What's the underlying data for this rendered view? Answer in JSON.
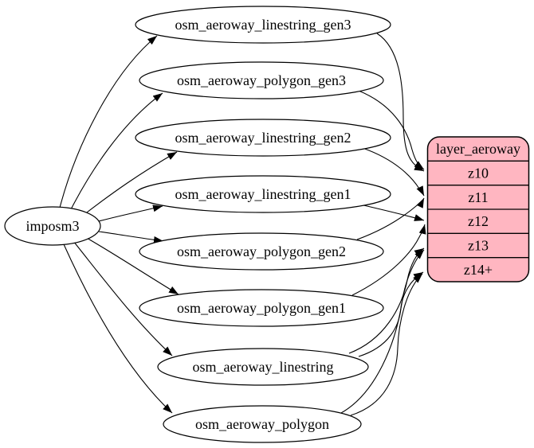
{
  "diagram": {
    "background_color": "#FFFFFF",
    "edge_color": "#000000",
    "source": {
      "label": "imposm3"
    },
    "tables": [
      {
        "label": "osm_aeroway_linestring_gen3"
      },
      {
        "label": "osm_aeroway_polygon_gen3"
      },
      {
        "label": "osm_aeroway_linestring_gen2"
      },
      {
        "label": "osm_aeroway_linestring_gen1"
      },
      {
        "label": "osm_aeroway_polygon_gen2"
      },
      {
        "label": "osm_aeroway_polygon_gen1"
      },
      {
        "label": "osm_aeroway_linestring"
      },
      {
        "label": "osm_aeroway_polygon"
      }
    ],
    "layer": {
      "title": "layer_aeroway",
      "rows": [
        "z10",
        "z11",
        "z12",
        "z13",
        "z14+"
      ],
      "fill_color": "#FFB6C1",
      "border_color": "#000000"
    },
    "edges": [
      {
        "from": "imposm3",
        "to": "osm_aeroway_linestring_gen3"
      },
      {
        "from": "imposm3",
        "to": "osm_aeroway_polygon_gen3"
      },
      {
        "from": "imposm3",
        "to": "osm_aeroway_linestring_gen2"
      },
      {
        "from": "imposm3",
        "to": "osm_aeroway_linestring_gen1"
      },
      {
        "from": "imposm3",
        "to": "osm_aeroway_polygon_gen2"
      },
      {
        "from": "imposm3",
        "to": "osm_aeroway_polygon_gen1"
      },
      {
        "from": "imposm3",
        "to": "osm_aeroway_linestring"
      },
      {
        "from": "imposm3",
        "to": "osm_aeroway_polygon"
      },
      {
        "from": "osm_aeroway_linestring_gen3",
        "to": "layer_aeroway:z10"
      },
      {
        "from": "osm_aeroway_polygon_gen3",
        "to": "layer_aeroway:z10"
      },
      {
        "from": "osm_aeroway_linestring_gen2",
        "to": "layer_aeroway:z11"
      },
      {
        "from": "osm_aeroway_polygon_gen2",
        "to": "layer_aeroway:z11"
      },
      {
        "from": "osm_aeroway_linestring_gen1",
        "to": "layer_aeroway:z12"
      },
      {
        "from": "osm_aeroway_polygon_gen1",
        "to": "layer_aeroway:z12"
      },
      {
        "from": "osm_aeroway_linestring",
        "to": "layer_aeroway:z13"
      },
      {
        "from": "osm_aeroway_polygon",
        "to": "layer_aeroway:z13"
      },
      {
        "from": "osm_aeroway_linestring",
        "to": "layer_aeroway:z14+"
      },
      {
        "from": "osm_aeroway_polygon",
        "to": "layer_aeroway:z14+"
      }
    ]
  }
}
